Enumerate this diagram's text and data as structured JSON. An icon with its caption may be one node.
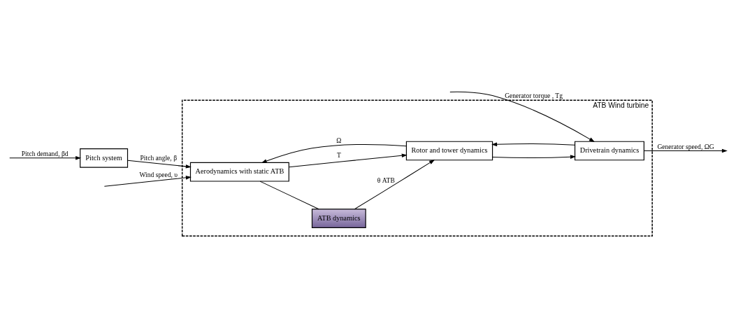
{
  "diagram": {
    "nodes": [
      {
        "text": [
          "ATB Wind turbine"
        ]
      },
      {
        "text": [
          "Pitch system"
        ]
      },
      {
        "text": [
          "Aerodynamics with static ATB"
        ],
        "in": 0
      },
      {
        "text": [
          "ATB dynamics"
        ],
        "in": 0
      },
      {
        "text": [
          "Rotor and tower dynamics"
        ],
        "in": 0
      },
      {
        "text": [
          "Drivetrain dynamics"
        ],
        "in": 0
      }
    ],
    "edges": [
      {
        "from": null,
        "to": 1,
        "arrow": "to",
        "label": "Pitch demand, βd"
      },
      {
        "from": 1,
        "to": 2,
        "arrow": "to",
        "label": "Pitch angle, β"
      },
      {
        "from": null,
        "to": 2,
        "arrow": "to",
        "label": "Wind speed, υ"
      },
      {
        "from": 2,
        "to": 4,
        "arrow": "to",
        "label": "T"
      },
      {
        "from": 2,
        "to": 3,
        "arrow": "none"
      },
      {
        "from": 3,
        "to": 4,
        "arrow": "to",
        "label": "θ ATB"
      },
      {
        "from": 4,
        "to": 2,
        "arrow": "to",
        "label": "Ω"
      },
      {
        "from": 5,
        "to": 4,
        "arrow": "to"
      },
      {
        "from": 4,
        "to": 5,
        "arrow": "to"
      },
      {
        "from": null,
        "to": 5,
        "arrow": "to",
        "label": "Generator torque , Tg"
      },
      {
        "from": 5,
        "to": null,
        "arrow": "to",
        "label": "Generator speed, ΩG"
      }
    ]
  }
}
